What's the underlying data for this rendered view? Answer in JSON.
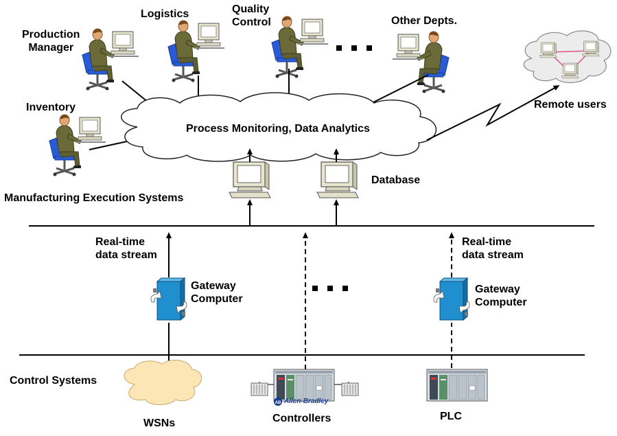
{
  "labels": {
    "production_manager": "Production\nManager",
    "logistics": "Logistics",
    "quality_control": "Quality\nControl",
    "other_depts": "Other Depts.",
    "inventory": "Inventory",
    "remote_users": "Remote users",
    "cloud_center": "Process Monitoring, Data Analytics",
    "database": "Database",
    "mes": "Manufacturing Execution Systems",
    "realtime_left": "Real-time\ndata stream",
    "realtime_right": "Real-time\ndata stream",
    "gateway_left": "Gateway\nComputer",
    "gateway_right": "Gateway\nComputer",
    "control_systems": "Control Systems",
    "wsns": "WSNs",
    "controllers": "Controllers",
    "plc": "PLC",
    "allen_bradley": "Allen-Bradley",
    "ab_badge": "AB"
  },
  "colors": {
    "shirt": "#6b6b3a",
    "chair": "#2a5bd7",
    "monitor_body": "#e8e6cf",
    "screen": "#ffffff",
    "gateway": "#1f8fcf",
    "cloud_fill": "#ffffff",
    "wsn_cloud": "#fde6b6",
    "remote_cloud": "#ececec",
    "line": "#000000",
    "remote_link": "#e0508a"
  }
}
